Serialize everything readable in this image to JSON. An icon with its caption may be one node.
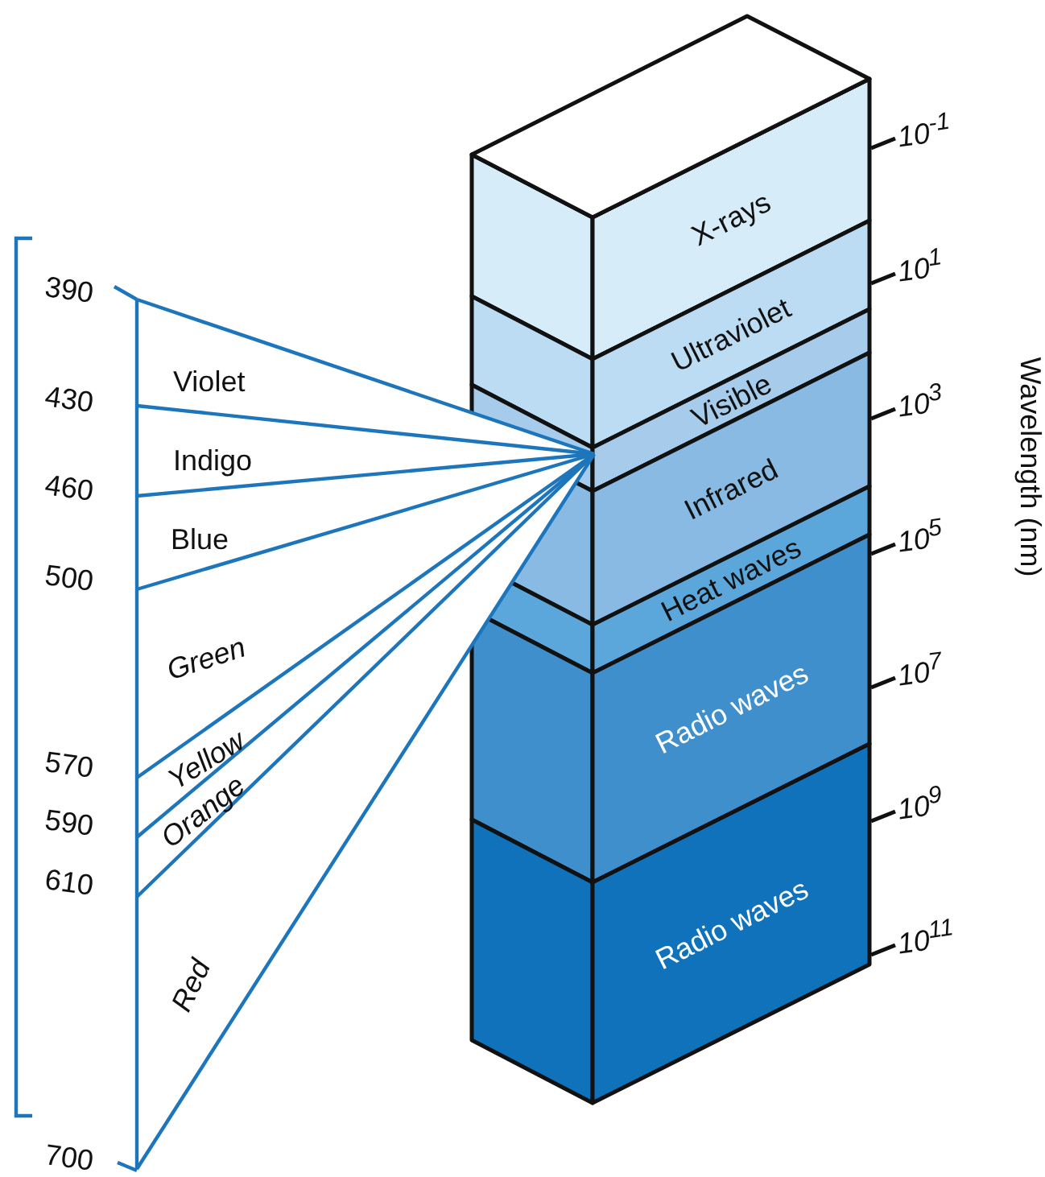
{
  "diagram": {
    "nodes": [
      {
        "text": [
          "X-rays"
        ]
      },
      {
        "text": [
          "Ultraviolet"
        ]
      },
      {
        "text": [
          "Visible"
        ]
      },
      {
        "text": [
          "Infrared"
        ]
      },
      {
        "text": [
          "Heat waves"
        ]
      },
      {
        "text": [
          "Radio waves"
        ]
      },
      {
        "text": [
          "Radio waves"
        ]
      }
    ],
    "labels": [
      "390",
      "430",
      "460",
      "500",
      "570",
      "590",
      "610",
      "700",
      "Violet",
      "Indigo",
      "Blue",
      "Green",
      "Yellow",
      "Orange",
      "Red",
      "10$^{-1}$",
      "10$^{1}$",
      "10$^{3}$",
      "10$^{5}$",
      "10$^{7}$",
      "10$^{9}$",
      "10$^{11}$",
      "Wavelength (nm)"
    ]
  }
}
